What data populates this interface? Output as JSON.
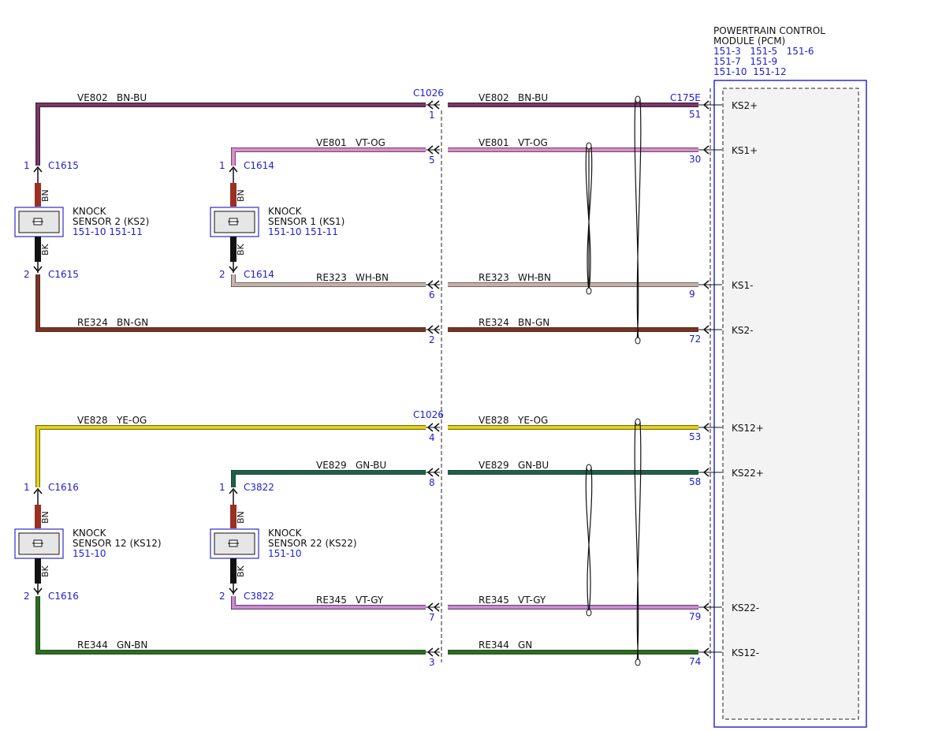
{
  "pcm": {
    "title_line1": "POWERTRAIN CONTROL",
    "title_line2": "MODULE (PCM)",
    "refs_line1": "151-3   151-5   151-6",
    "refs_line2": "151-7   151-9",
    "refs_line3": "151-10  151-12",
    "connector": "C175E",
    "pins": [
      {
        "pin": "51",
        "label": "KS2+"
      },
      {
        "pin": "30",
        "label": "KS1+"
      },
      {
        "pin": "9",
        "label": "KS1-"
      },
      {
        "pin": "72",
        "label": "KS2-"
      },
      {
        "pin": "53",
        "label": "KS12+"
      },
      {
        "pin": "58",
        "label": "KS22+"
      },
      {
        "pin": "79",
        "label": "KS22-"
      },
      {
        "pin": "74",
        "label": "KS12-"
      }
    ]
  },
  "inline_connector": {
    "name_top": "C1026",
    "name_bottom": "C1026",
    "pins": [
      "1",
      "5",
      "6",
      "2",
      "4",
      "8",
      "7",
      "3"
    ]
  },
  "wires": [
    {
      "left_circuit": "VE802",
      "left_color": "BN-BU",
      "right_circuit": "VE802",
      "right_color": "BN-BU",
      "color_a": "#5a2a6e",
      "color_b": "#c03a2a",
      "color_c": "#3a3aa0"
    },
    {
      "left_circuit": "VE801",
      "left_color": "VT-OG",
      "right_circuit": "VE801",
      "right_color": "VT-OG",
      "color_a": "#c27bc9",
      "color_b": "#f4a8b8",
      "color_c": "#c27bc9"
    },
    {
      "left_circuit": "RE323",
      "left_color": "WH-BN",
      "right_circuit": "RE323",
      "right_color": "WH-BN",
      "color_a": "#b7a199",
      "color_b": "#ffffff",
      "color_c": "#8a5a4a"
    },
    {
      "left_circuit": "RE324",
      "left_color": "BN-GN",
      "right_circuit": "RE324",
      "right_color": "BN-GN",
      "color_a": "#7a3424",
      "color_b": "#7a3424",
      "color_c": "#7a3424"
    },
    {
      "left_circuit": "VE828",
      "left_color": "YE-OG",
      "right_circuit": "VE828",
      "right_color": "YE-OG",
      "color_a": "#c9b800",
      "color_b": "#fff04a",
      "color_c": "#c9b800"
    },
    {
      "left_circuit": "VE829",
      "left_color": "GN-BU",
      "right_circuit": "VE829",
      "right_color": "GN-BU",
      "color_a": "#1f6a3a",
      "color_b": "#1f4f6a",
      "color_c": "#1f6a3a"
    },
    {
      "left_circuit": "RE345",
      "left_color": "VT-GY",
      "right_circuit": "RE345",
      "right_color": "VT-GY",
      "color_a": "#b46ac2",
      "color_b": "#e2b6ec",
      "color_c": "#b46ac2"
    },
    {
      "left_circuit": "RE344",
      "left_color": "GN-BN",
      "right_circuit": "RE344",
      "right_color": "GN",
      "color_a": "#2b6e1e",
      "color_b": "#2b6e1e",
      "color_c": "#2b6e1e"
    }
  ],
  "sensors": [
    {
      "name_line1": "KNOCK",
      "name_line2": "SENSOR 2 (KS2)",
      "refs": "151-10  151-11",
      "conn_top": "C1615",
      "conn_bottom": "C1615",
      "pin_top": "1",
      "pin_bottom": "2",
      "wire_top": "BN",
      "wire_bottom": "BK"
    },
    {
      "name_line1": "KNOCK",
      "name_line2": "SENSOR 1 (KS1)",
      "refs": "151-10  151-11",
      "conn_top": "C1614",
      "conn_bottom": "C1614",
      "pin_top": "1",
      "pin_bottom": "2",
      "wire_top": "BN",
      "wire_bottom": "BK"
    },
    {
      "name_line1": "KNOCK",
      "name_line2": "SENSOR 12 (KS12)",
      "refs": "151-10",
      "conn_top": "C1616",
      "conn_bottom": "C1616",
      "pin_top": "1",
      "pin_bottom": "2",
      "wire_top": "BN",
      "wire_bottom": "BK"
    },
    {
      "name_line1": "KNOCK",
      "name_line2": "SENSOR 22 (KS22)",
      "refs": "151-10",
      "conn_top": "C3822",
      "conn_bottom": "C3822",
      "pin_top": "1",
      "pin_bottom": "2",
      "wire_top": "BN",
      "wire_bottom": "BK"
    }
  ]
}
